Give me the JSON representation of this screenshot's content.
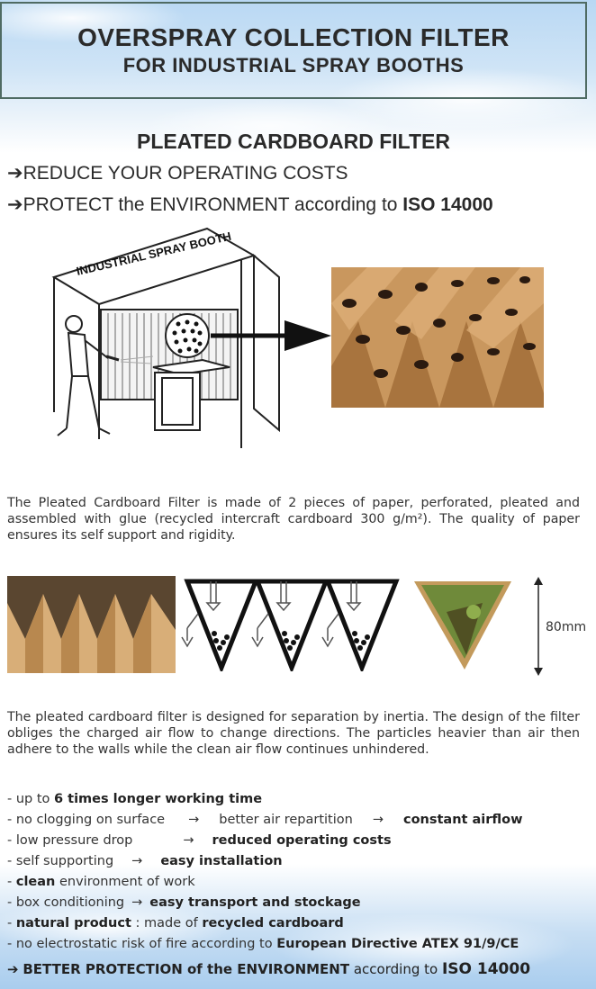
{
  "header": {
    "title_line1": "OVERSPRAY COLLECTION FILTER",
    "title_line2": "FOR INDUSTRIAL SPRAY BOOTHS"
  },
  "intro": {
    "product_title": "PLEATED CARDBOARD FILTER",
    "arrow_glyph": "➔",
    "line1": "REDUCE YOUR OPERATING COSTS",
    "line2_prefix": "PROTECT the ENVIRONMENT according to ",
    "line2_bold": "ISO 14000"
  },
  "illustration": {
    "booth_sign": "INDUSTRIAL SPRAY BOOTH"
  },
  "description": {
    "paragraph1": "The Pleated Cardboard Filter is made of 2 pieces of paper, perforated, pleated and assembled with glue (recycled intercraft cardboard 300 g/m²). The quality of paper ensures its self support and rigidity.",
    "paragraph2": "The pleated cardboard filter is designed for separation by inertia. The design of the filter obliges the charged air flow to change directions. The particles heavier than air then adhere to the walls while the clean air flow continues unhindered."
  },
  "diagram": {
    "dimension_label": "80mm"
  },
  "benefits": {
    "row1": {
      "prefix": "- up to ",
      "bold": "6 times longer working time"
    },
    "row2": {
      "a": "- no clogging on surface",
      "arrow": "→",
      "b": "better air repartition",
      "bold": "constant airflow"
    },
    "row3": {
      "a": "- low pressure drop",
      "arrow": "→",
      "bold": "reduced operating costs"
    },
    "row4": {
      "a": "- self supporting",
      "arrow": "→",
      "bold": "easy installation"
    },
    "row5": {
      "prefix": "- ",
      "bold": "clean",
      "suffix": " environment of work"
    },
    "row6": {
      "a": "- box conditioning",
      "arrow": "→",
      "bold": "easy transport and stockage"
    },
    "row7": {
      "prefix": "- ",
      "bold": "natural product",
      "middle": " : made of ",
      "bold2": "recycled cardboard"
    },
    "row8": {
      "prefix": "- no electrostatic risk of fire according to ",
      "bold": "European Directive ATEX 91/9/CE"
    }
  },
  "footer": {
    "arrow": "➔",
    "bold": "BETTER PROTECTION of the ENVIRONMENT",
    "middle": " according to ",
    "iso": "ISO 14000"
  },
  "colors": {
    "header_border": "#4f6b63",
    "cardboard": "#c9975e",
    "sky": "#b9d8f3"
  }
}
